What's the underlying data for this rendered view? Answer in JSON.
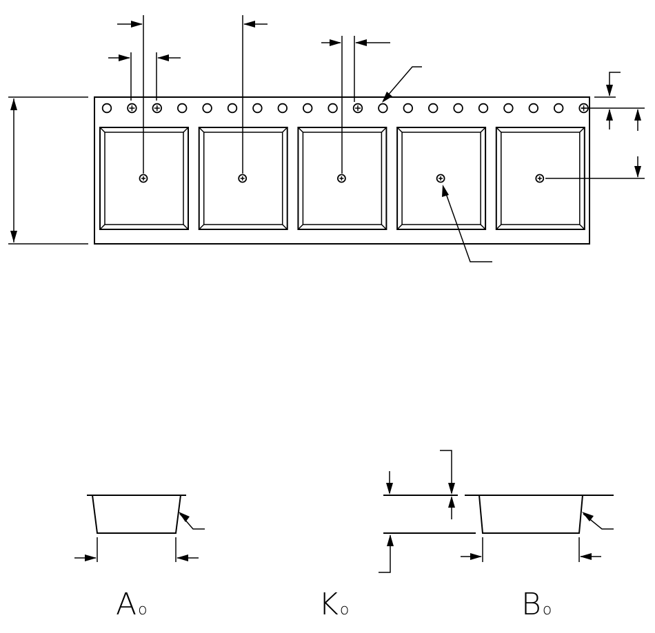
{
  "labels": {
    "a0": {
      "main": "A",
      "sub": "o"
    },
    "k0": {
      "main": "K",
      "sub": "o"
    },
    "b0": {
      "main": "B",
      "sub": "o"
    }
  },
  "tape": {
    "sprocket_hole_count": 20,
    "pockets": 5
  }
}
